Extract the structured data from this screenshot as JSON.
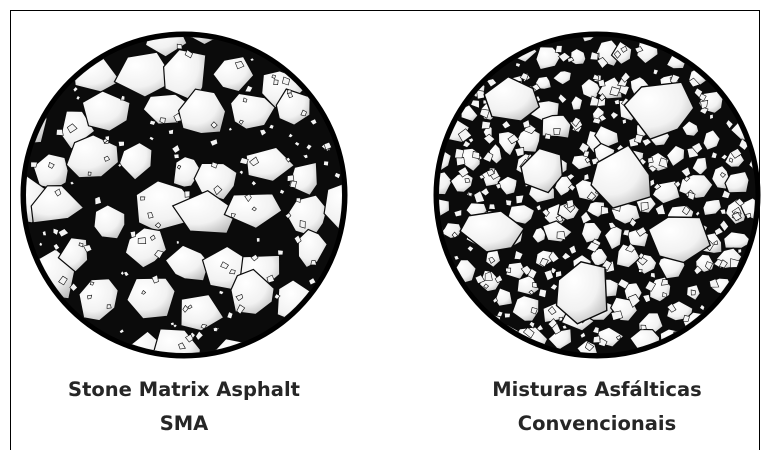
{
  "diagram": {
    "left": {
      "line1": "Stone Matrix Asphalt",
      "line2": "SMA"
    },
    "right": {
      "line1": "Misturas Asfálticas",
      "line2": "Convencionais"
    }
  },
  "colors": {
    "binder": "#0b0b0b",
    "aggregate_light": "#ffffff",
    "aggregate_shade": "#c9c9c9",
    "caption": "#262626"
  }
}
